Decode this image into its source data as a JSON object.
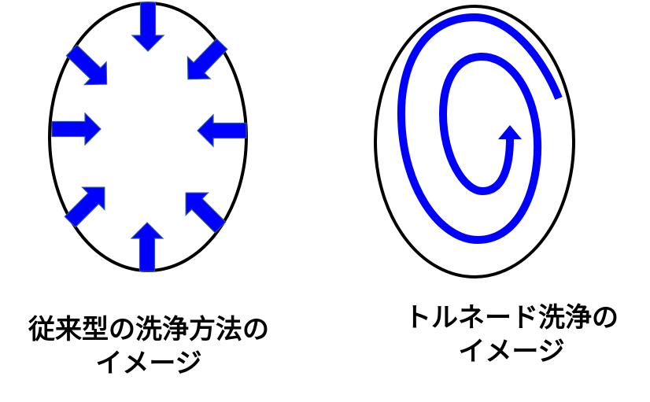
{
  "colors": {
    "outline": "#000000",
    "arrow_fill": "#0000ff",
    "arrow_stroke": "#2f5597",
    "spiral": "#0000ff"
  },
  "left_diagram": {
    "caption_line1": "従来型の洗浄方法の",
    "caption_line2": "イメージ",
    "arrows": [
      "top",
      "top-right",
      "right",
      "bottom-right",
      "bottom",
      "bottom-left",
      "left",
      "top-left"
    ]
  },
  "right_diagram": {
    "caption_line1": "トルネード洗浄の",
    "caption_line2": "イメージ"
  }
}
